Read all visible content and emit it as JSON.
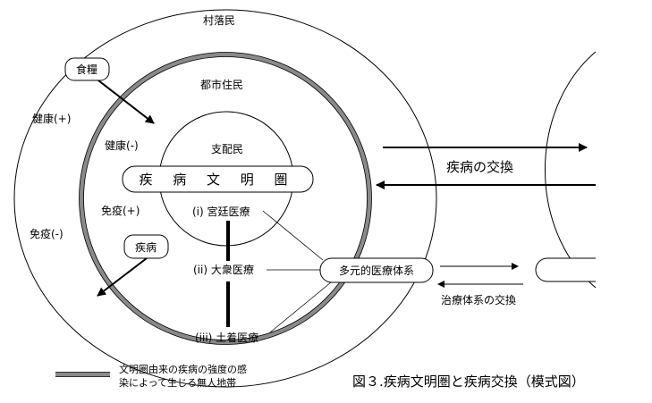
{
  "diagram": {
    "rings": {
      "village": "村落民",
      "urban": "都市住民",
      "ruling": "支配民"
    },
    "civilization_sphere": "疾 病 文 明 圏",
    "labels": {
      "food": "食糧",
      "disease": "疾病",
      "health_plus": "健康(+)",
      "health_minus": "健康(-)",
      "immunity_plus": "免疫(+)",
      "immunity_minus": "免疫(-)"
    },
    "medicine": {
      "court": "(i) 宮廷医療",
      "popular": "(ii) 大衆医療",
      "folk": "(iii) 土着医療",
      "pluralistic": "多元的医療体系"
    },
    "exchange": {
      "disease_exchange": "疾病の交換",
      "treatment_exchange": "治療体系の交換"
    },
    "legend": {
      "line1": "文明圏由来の疾病の強度の感",
      "line2": "染によって生じる無人地帯"
    },
    "caption": "図３.疾病文明圏と疾病交換（模式図）"
  }
}
